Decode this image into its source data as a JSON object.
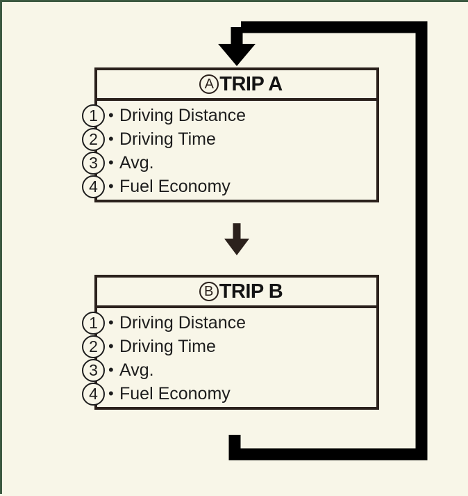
{
  "diagram": {
    "type": "flowchart-loop",
    "background_color": "#f8f6e8",
    "border_color": "#3c5a41",
    "line_color": "#000000",
    "panel_border_color": "#2b211c",
    "text_color": "#1d1d1d"
  },
  "panels": [
    {
      "id": "trip-a",
      "badge": "A",
      "title": "TRIP A",
      "metrics": [
        {
          "number": "1",
          "bullet": "•",
          "label": "Driving Distance"
        },
        {
          "number": "2",
          "bullet": "•",
          "label": "Driving Time"
        },
        {
          "number": "3",
          "bullet": "•",
          "label": "Avg."
        },
        {
          "number": "4",
          "bullet": "•",
          "label": "Fuel Economy"
        }
      ]
    },
    {
      "id": "trip-b",
      "badge": "B",
      "title": "TRIP B",
      "metrics": [
        {
          "number": "1",
          "bullet": "•",
          "label": "Driving Distance"
        },
        {
          "number": "2",
          "bullet": "•",
          "label": "Driving Time"
        },
        {
          "number": "3",
          "bullet": "•",
          "label": "Avg."
        },
        {
          "number": "4",
          "bullet": "•",
          "label": "Fuel Economy"
        }
      ]
    }
  ],
  "connectors": [
    {
      "id": "loop-entry-arrow",
      "name": "arrow-into-trip-a",
      "direction": "down"
    },
    {
      "id": "between-panels-arrow",
      "name": "arrow-trip-a-to-trip-b",
      "direction": "down"
    },
    {
      "id": "loop-return-path",
      "name": "return-path-trip-b-to-trip-a",
      "direction": "right-up"
    }
  ]
}
